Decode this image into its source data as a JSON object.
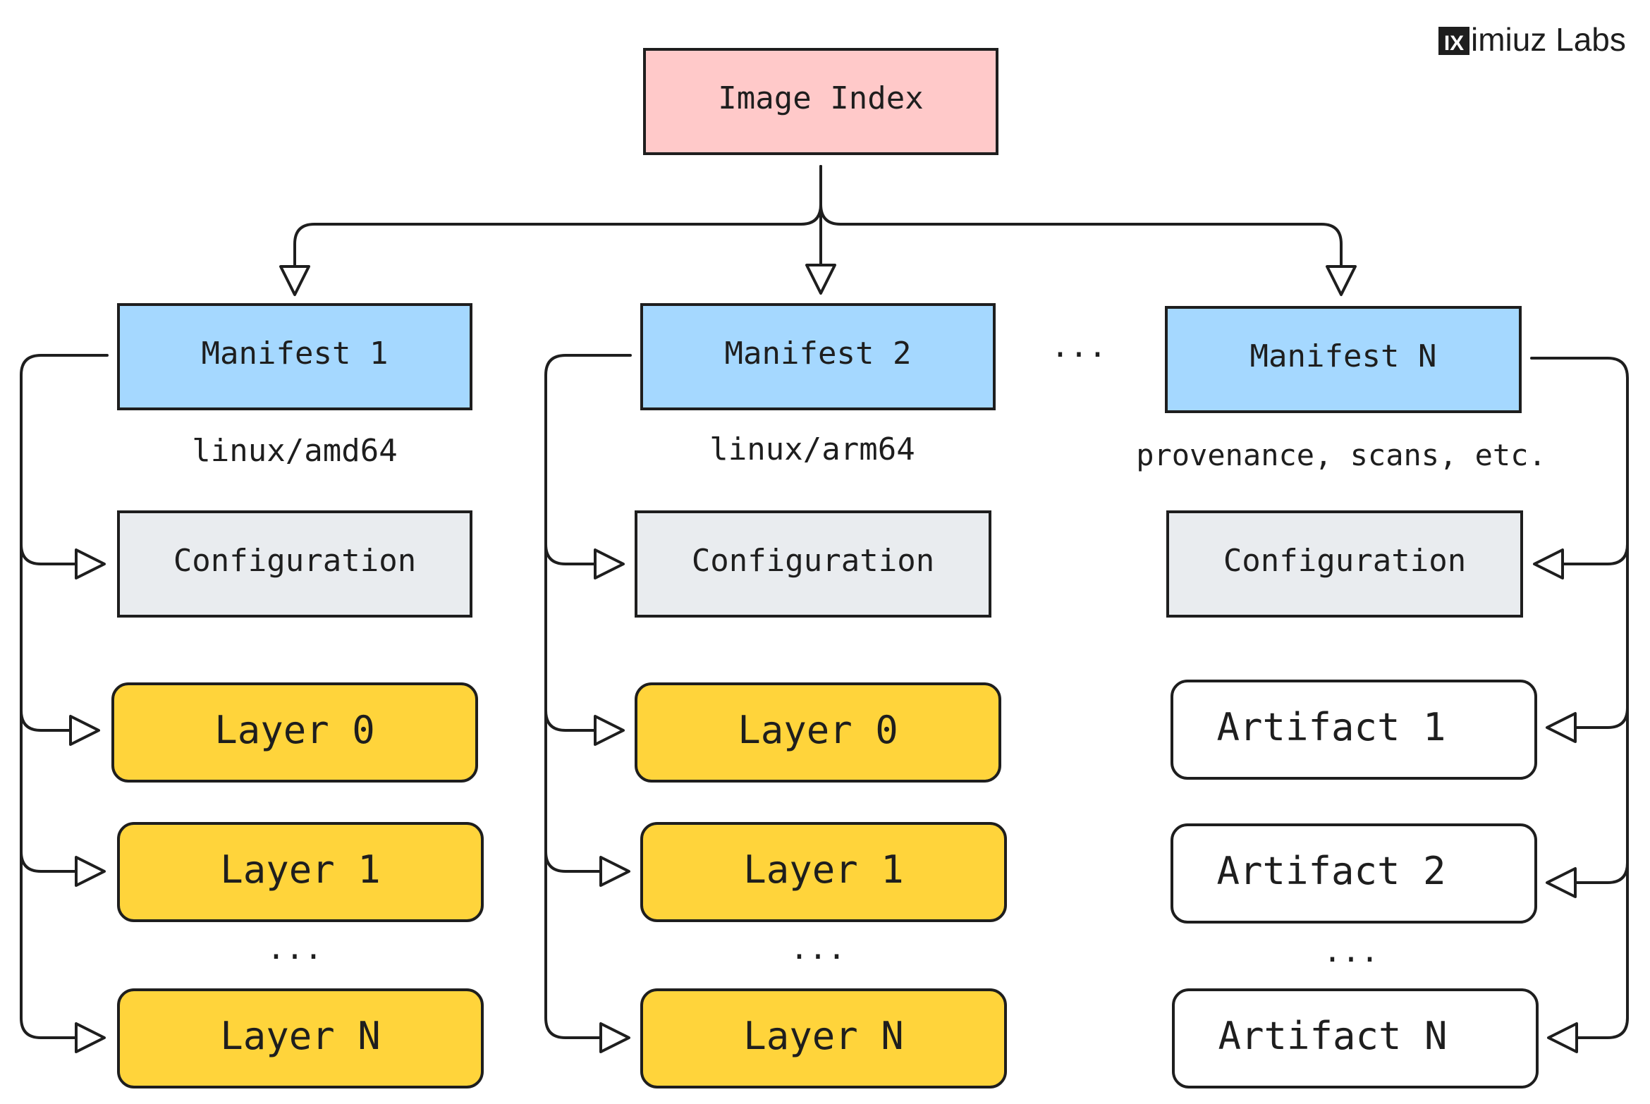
{
  "brand": {
    "logo_glyph": "IX",
    "text": "imiuz Labs"
  },
  "index": {
    "label": "Image Index",
    "color": "#ffc9c9"
  },
  "colors": {
    "manifest": "#a5d8ff",
    "configuration": "#e9ecef",
    "layer": "#ffd43b",
    "artifact": "#ffffff",
    "stroke": "#1e1e1e"
  },
  "gap_ellipsis": "...",
  "columns": [
    {
      "manifest": "Manifest 1",
      "platform": "linux/amd64",
      "configuration": "Configuration",
      "items": [
        "Layer 0",
        "Layer 1",
        "Layer N"
      ],
      "ellipsis": "..."
    },
    {
      "manifest": "Manifest 2",
      "platform": "linux/arm64",
      "configuration": "Configuration",
      "items": [
        "Layer 0",
        "Layer 1",
        "Layer N"
      ],
      "ellipsis": "..."
    },
    {
      "manifest": "Manifest N",
      "platform": "provenance, scans, etc.",
      "configuration": "Configuration",
      "items": [
        "Artifact 1",
        "Artifact 2",
        "Artifact N"
      ],
      "ellipsis": "..."
    }
  ]
}
